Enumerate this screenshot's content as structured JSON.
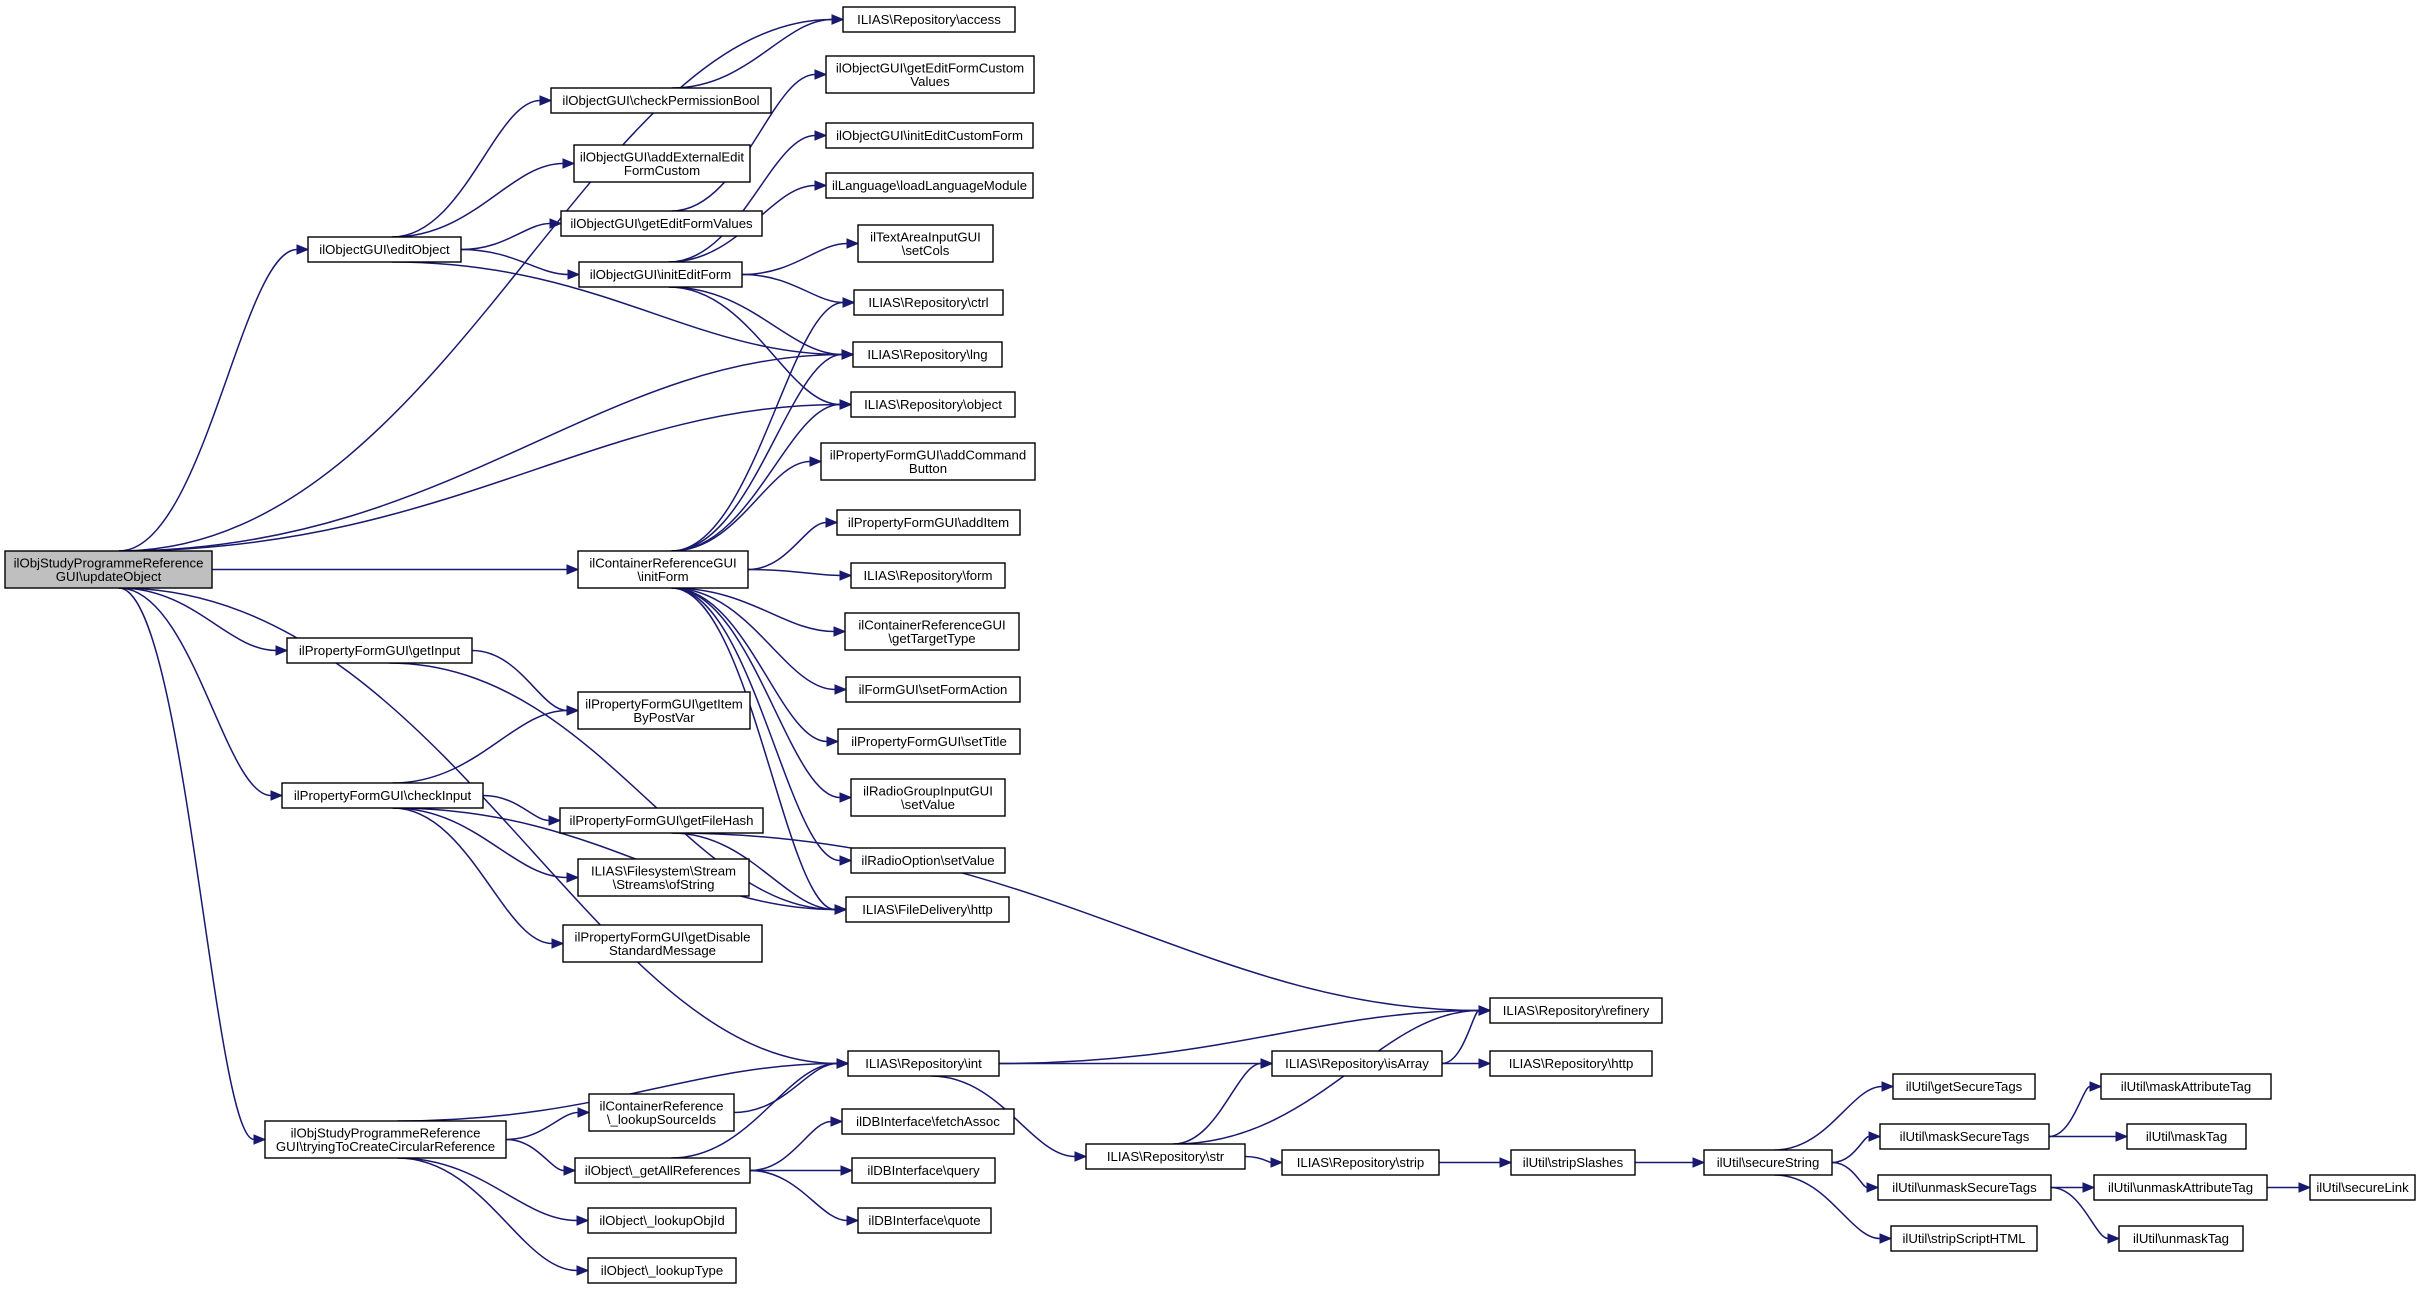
{
  "colors": {
    "edge": "#191970",
    "node_border": "#000000",
    "root_fill": "#bfbfbf",
    "node_fill": "#ffffff"
  },
  "nodes": [
    {
      "id": "root",
      "lines": [
        "ilObjStudyProgrammeReference",
        "GUI\\updateObject"
      ]
    },
    {
      "id": "access",
      "lines": [
        "ILIAS\\Repository\\access"
      ]
    },
    {
      "id": "checkPermissionBool",
      "lines": [
        "ilObjectGUI\\checkPermissionBool"
      ]
    },
    {
      "id": "addExternalEditFormCustom",
      "lines": [
        "ilObjectGUI\\addExternalEdit",
        "FormCustom"
      ]
    },
    {
      "id": "getEditFormValues",
      "lines": [
        "ilObjectGUI\\getEditFormValues"
      ]
    },
    {
      "id": "editObject",
      "lines": [
        "ilObjectGUI\\editObject"
      ]
    },
    {
      "id": "initEditForm",
      "lines": [
        "ilObjectGUI\\initEditForm"
      ]
    },
    {
      "id": "getEditFormCustomValues",
      "lines": [
        "ilObjectGUI\\getEditFormCustom",
        "Values"
      ]
    },
    {
      "id": "initEditCustomForm",
      "lines": [
        "ilObjectGUI\\initEditCustomForm"
      ]
    },
    {
      "id": "loadLanguageModule",
      "lines": [
        "ilLanguage\\loadLanguageModule"
      ]
    },
    {
      "id": "setCols",
      "lines": [
        "ilTextAreaInputGUI",
        "\\setCols"
      ]
    },
    {
      "id": "ctrl",
      "lines": [
        "ILIAS\\Repository\\ctrl"
      ]
    },
    {
      "id": "lng",
      "lines": [
        "ILIAS\\Repository\\lng"
      ]
    },
    {
      "id": "object",
      "lines": [
        "ILIAS\\Repository\\object"
      ]
    },
    {
      "id": "addCommandButton",
      "lines": [
        "ilPropertyFormGUI\\addCommand",
        "Button"
      ]
    },
    {
      "id": "addItem",
      "lines": [
        "ilPropertyFormGUI\\addItem"
      ]
    },
    {
      "id": "initForm",
      "lines": [
        "ilContainerReferenceGUI",
        "\\initForm"
      ]
    },
    {
      "id": "form",
      "lines": [
        "ILIAS\\Repository\\form"
      ]
    },
    {
      "id": "getTargetType",
      "lines": [
        "ilContainerReferenceGUI",
        "\\getTargetType"
      ]
    },
    {
      "id": "getInput",
      "lines": [
        "ilPropertyFormGUI\\getInput"
      ]
    },
    {
      "id": "setFormAction",
      "lines": [
        "ilFormGUI\\setFormAction"
      ]
    },
    {
      "id": "getItemByPostVar",
      "lines": [
        "ilPropertyFormGUI\\getItem",
        "ByPostVar"
      ]
    },
    {
      "id": "setTitle",
      "lines": [
        "ilPropertyFormGUI\\setTitle"
      ]
    },
    {
      "id": "checkInput",
      "lines": [
        "ilPropertyFormGUI\\checkInput"
      ]
    },
    {
      "id": "getFileHash",
      "lines": [
        "ilPropertyFormGUI\\getFileHash"
      ]
    },
    {
      "id": "setValue",
      "lines": [
        "ilRadioGroupInputGUI",
        "\\setValue"
      ]
    },
    {
      "id": "ofString",
      "lines": [
        "ILIAS\\Filesystem\\Stream",
        "\\Streams\\ofString"
      ]
    },
    {
      "id": "optSetValue",
      "lines": [
        "ilRadioOption\\setValue"
      ]
    },
    {
      "id": "fdhttp",
      "lines": [
        "ILIAS\\FileDelivery\\http"
      ]
    },
    {
      "id": "getDisableStandardMessage",
      "lines": [
        "ilPropertyFormGUI\\getDisable",
        "StandardMessage"
      ]
    },
    {
      "id": "refinery",
      "lines": [
        "ILIAS\\Repository\\refinery"
      ]
    },
    {
      "id": "int",
      "lines": [
        "ILIAS\\Repository\\int"
      ]
    },
    {
      "id": "isArray",
      "lines": [
        "ILIAS\\Repository\\isArray"
      ]
    },
    {
      "id": "rhttp",
      "lines": [
        "ILIAS\\Repository\\http"
      ]
    },
    {
      "id": "getSecureTags",
      "lines": [
        "ilUtil\\getSecureTags"
      ]
    },
    {
      "id": "maskAttributeTag",
      "lines": [
        "ilUtil\\maskAttributeTag"
      ]
    },
    {
      "id": "lookupSourceIds",
      "lines": [
        "ilContainerReference",
        "\\_lookupSourceIds"
      ]
    },
    {
      "id": "fetchAssoc",
      "lines": [
        "ilDBInterface\\fetchAssoc"
      ]
    },
    {
      "id": "str",
      "lines": [
        "ILIAS\\Repository\\str"
      ]
    },
    {
      "id": "maskSecureTags",
      "lines": [
        "ilUtil\\maskSecureTags"
      ]
    },
    {
      "id": "maskTag",
      "lines": [
        "ilUtil\\maskTag"
      ]
    },
    {
      "id": "trying",
      "lines": [
        "ilObjStudyProgrammeReference",
        "GUI\\tryingToCreateCircularReference"
      ]
    },
    {
      "id": "getAllReferences",
      "lines": [
        "ilObject\\_getAllReferences"
      ]
    },
    {
      "id": "query",
      "lines": [
        "ilDBInterface\\query"
      ]
    },
    {
      "id": "strip",
      "lines": [
        "ILIAS\\Repository\\strip"
      ]
    },
    {
      "id": "stripSlashes",
      "lines": [
        "ilUtil\\stripSlashes"
      ]
    },
    {
      "id": "secureString",
      "lines": [
        "ilUtil\\secureString"
      ]
    },
    {
      "id": "unmaskSecureTags",
      "lines": [
        "ilUtil\\unmaskSecureTags"
      ]
    },
    {
      "id": "unmaskAttributeTag",
      "lines": [
        "ilUtil\\unmaskAttributeTag"
      ]
    },
    {
      "id": "secureLink",
      "lines": [
        "ilUtil\\secureLink"
      ]
    },
    {
      "id": "quote",
      "lines": [
        "ilDBInterface\\quote"
      ]
    },
    {
      "id": "lookupObjId",
      "lines": [
        "ilObject\\_lookupObjId"
      ]
    },
    {
      "id": "stripScriptHTML",
      "lines": [
        "ilUtil\\stripScriptHTML"
      ]
    },
    {
      "id": "unmaskTag",
      "lines": [
        "ilUtil\\unmaskTag"
      ]
    },
    {
      "id": "lookupType",
      "lines": [
        "ilObject\\_lookupType"
      ]
    }
  ],
  "edges": [
    [
      "root",
      "access"
    ],
    [
      "root",
      "editObject"
    ],
    [
      "root",
      "lng"
    ],
    [
      "root",
      "object"
    ],
    [
      "root",
      "initForm"
    ],
    [
      "root",
      "getInput"
    ],
    [
      "root",
      "checkInput"
    ],
    [
      "root",
      "int"
    ],
    [
      "root",
      "trying"
    ],
    [
      "checkPermissionBool",
      "access"
    ],
    [
      "editObject",
      "checkPermissionBool"
    ],
    [
      "editObject",
      "addExternalEditFormCustom"
    ],
    [
      "editObject",
      "getEditFormValues"
    ],
    [
      "editObject",
      "initEditForm"
    ],
    [
      "editObject",
      "lng"
    ],
    [
      "getEditFormValues",
      "getEditFormCustomValues"
    ],
    [
      "initEditForm",
      "initEditCustomForm"
    ],
    [
      "initEditForm",
      "loadLanguageModule"
    ],
    [
      "initEditForm",
      "setCols"
    ],
    [
      "initEditForm",
      "ctrl"
    ],
    [
      "initEditForm",
      "lng"
    ],
    [
      "initEditForm",
      "object"
    ],
    [
      "initForm",
      "ctrl"
    ],
    [
      "initForm",
      "lng"
    ],
    [
      "initForm",
      "object"
    ],
    [
      "initForm",
      "addCommandButton"
    ],
    [
      "initForm",
      "addItem"
    ],
    [
      "initForm",
      "form"
    ],
    [
      "initForm",
      "getTargetType"
    ],
    [
      "initForm",
      "setFormAction"
    ],
    [
      "initForm",
      "setTitle"
    ],
    [
      "initForm",
      "setValue"
    ],
    [
      "initForm",
      "optSetValue"
    ],
    [
      "initForm",
      "fdhttp"
    ],
    [
      "getInput",
      "getItemByPostVar"
    ],
    [
      "getInput",
      "fdhttp"
    ],
    [
      "checkInput",
      "getItemByPostVar"
    ],
    [
      "checkInput",
      "getFileHash"
    ],
    [
      "checkInput",
      "ofString"
    ],
    [
      "checkInput",
      "fdhttp"
    ],
    [
      "checkInput",
      "getDisableStandardMessage"
    ],
    [
      "getFileHash",
      "fdhttp"
    ],
    [
      "getFileHash",
      "refinery"
    ],
    [
      "int",
      "refinery"
    ],
    [
      "int",
      "isArray"
    ],
    [
      "int",
      "str"
    ],
    [
      "isArray",
      "refinery"
    ],
    [
      "isArray",
      "rhttp"
    ],
    [
      "str",
      "isArray"
    ],
    [
      "str",
      "refinery"
    ],
    [
      "str",
      "strip"
    ],
    [
      "strip",
      "stripSlashes"
    ],
    [
      "stripSlashes",
      "secureString"
    ],
    [
      "secureString",
      "getSecureTags"
    ],
    [
      "secureString",
      "maskSecureTags"
    ],
    [
      "secureString",
      "unmaskSecureTags"
    ],
    [
      "secureString",
      "stripScriptHTML"
    ],
    [
      "maskSecureTags",
      "maskAttributeTag"
    ],
    [
      "maskSecureTags",
      "maskTag"
    ],
    [
      "unmaskSecureTags",
      "unmaskAttributeTag"
    ],
    [
      "unmaskSecureTags",
      "unmaskTag"
    ],
    [
      "unmaskAttributeTag",
      "secureLink"
    ],
    [
      "trying",
      "int"
    ],
    [
      "trying",
      "lookupSourceIds"
    ],
    [
      "trying",
      "getAllReferences"
    ],
    [
      "trying",
      "lookupObjId"
    ],
    [
      "trying",
      "lookupType"
    ],
    [
      "lookupSourceIds",
      "int"
    ],
    [
      "getAllReferences",
      "int"
    ],
    [
      "getAllReferences",
      "fetchAssoc"
    ],
    [
      "getAllReferences",
      "query"
    ],
    [
      "getAllReferences",
      "quote"
    ]
  ]
}
